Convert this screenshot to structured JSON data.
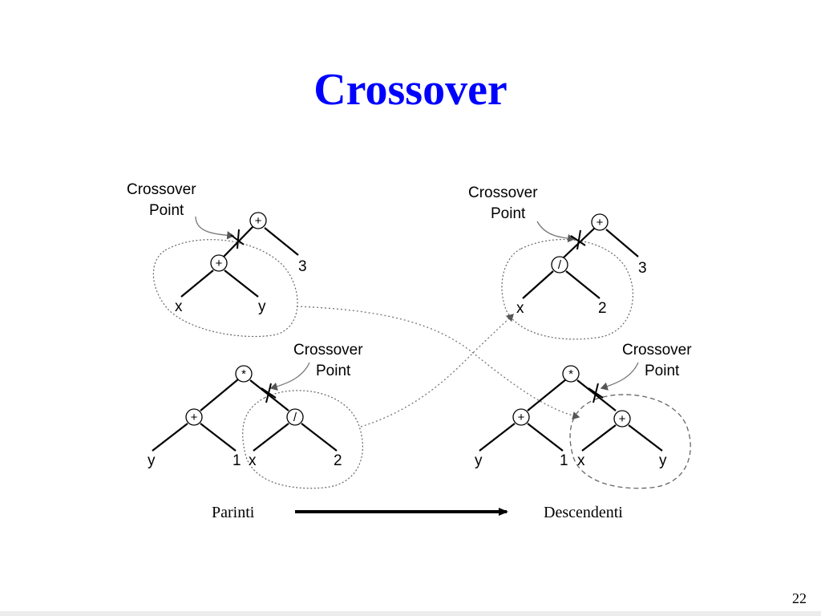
{
  "slide": {
    "title": "Crossover",
    "page_number": "22"
  },
  "captions": {
    "parents": "Parinti",
    "offspring": "Descendenti"
  },
  "diagram": {
    "crossover_label_line1": "Crossover",
    "crossover_label_line2": "Point",
    "parent1": {
      "root": "+",
      "subtree_op": "+",
      "leaf_x": "x",
      "leaf_y": "y",
      "leaf_right": "3"
    },
    "parent2": {
      "root": "*",
      "left_op": "+",
      "left_leaf_y": "y",
      "left_leaf_1": "1",
      "subtree_op": "/",
      "leaf_x": "x",
      "leaf_2": "2"
    },
    "child1": {
      "root": "+",
      "subtree_op": "/",
      "leaf_x": "x",
      "leaf_2": "2",
      "leaf_right": "3"
    },
    "child2": {
      "root": "*",
      "left_op": "+",
      "left_leaf_y": "y",
      "left_leaf_1": "1",
      "subtree_op": "+",
      "leaf_x": "x",
      "leaf_y": "y"
    }
  }
}
